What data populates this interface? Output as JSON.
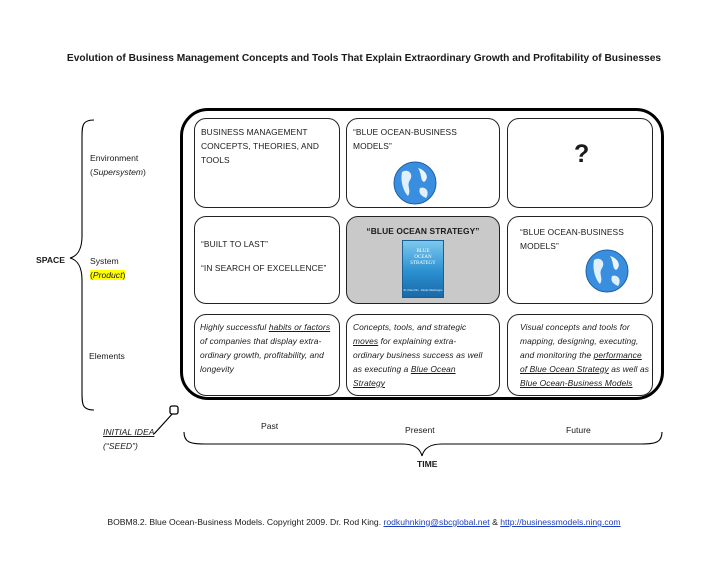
{
  "title": "Evolution of Business Management Concepts and Tools That Explain Extraordinary Growth and Profitability of Businesses",
  "space_axis": {
    "label": "SPACE",
    "rows": [
      {
        "line1": "Environment",
        "line2_pre": "(",
        "line2_em": "Supersystem",
        "line2_post": ")"
      },
      {
        "line1": "System",
        "line2_pre": "(",
        "line2_em": "Product",
        "line2_post": ")"
      },
      {
        "line1": "Elements"
      }
    ]
  },
  "initial_idea": {
    "line1": "INITIAL IDEA",
    "line2": "(“SEED”)"
  },
  "time_axis": {
    "label": "TIME",
    "past": "Past",
    "present": "Present",
    "future": "Future"
  },
  "grid": {
    "r1c1": {
      "l1": "BUSINESS MANAGEMENT",
      "l2": "CONCEPTS, THEORIES, AND",
      "l3": "TOOLS"
    },
    "r1c2": {
      "l1": "“BLUE OCEAN-BUSINESS",
      "l2": "MODELS”"
    },
    "r1c3": {
      "mark": "?"
    },
    "r2c1": {
      "l1": "“BUILT TO LAST”",
      "l2": "“IN SEARCH OF EXCELLENCE”"
    },
    "r2c2": {
      "l1": "“BLUE OCEAN STRATEGY”",
      "book_l1": "BLUE",
      "book_l2": "OCEAN",
      "book_l3": "STRATEGY",
      "book_author": "W. Chan Kim · Renée Mauborgne"
    },
    "r2c3": {
      "l1": "“BLUE OCEAN-BUSINESS",
      "l2": "MODELS”"
    },
    "r3c1": {
      "a": "Highly successful ",
      "b": "habits or factors",
      "c": "of companies that display extra-",
      "d": "ordinary growth, profitability, and",
      "e": "longevity"
    },
    "r3c2": {
      "a": "Concepts, tools, and strategic",
      "b": "moves",
      "c": " for explaining extra-",
      "d": "ordinary business success as well",
      "e": "as executing a ",
      "f": "Blue Ocean",
      "g": "Strategy"
    },
    "r3c3": {
      "a": "Visual concepts and tools for",
      "b": "mapping, designing, executing,",
      "c": "and monitoring the ",
      "d": "performance",
      "e": "of Blue Ocean Strategy",
      "f": " as well as",
      "g": "Blue Ocean-Business Models"
    }
  },
  "footer": {
    "text": "BOBM8.2. Blue Ocean-Business Models. Copyright 2009. Dr. Rod King. ",
    "email": "rodkuhnking@sbcglobal.net",
    "amp": " & ",
    "url": "http://businessmodels.ning.com"
  }
}
